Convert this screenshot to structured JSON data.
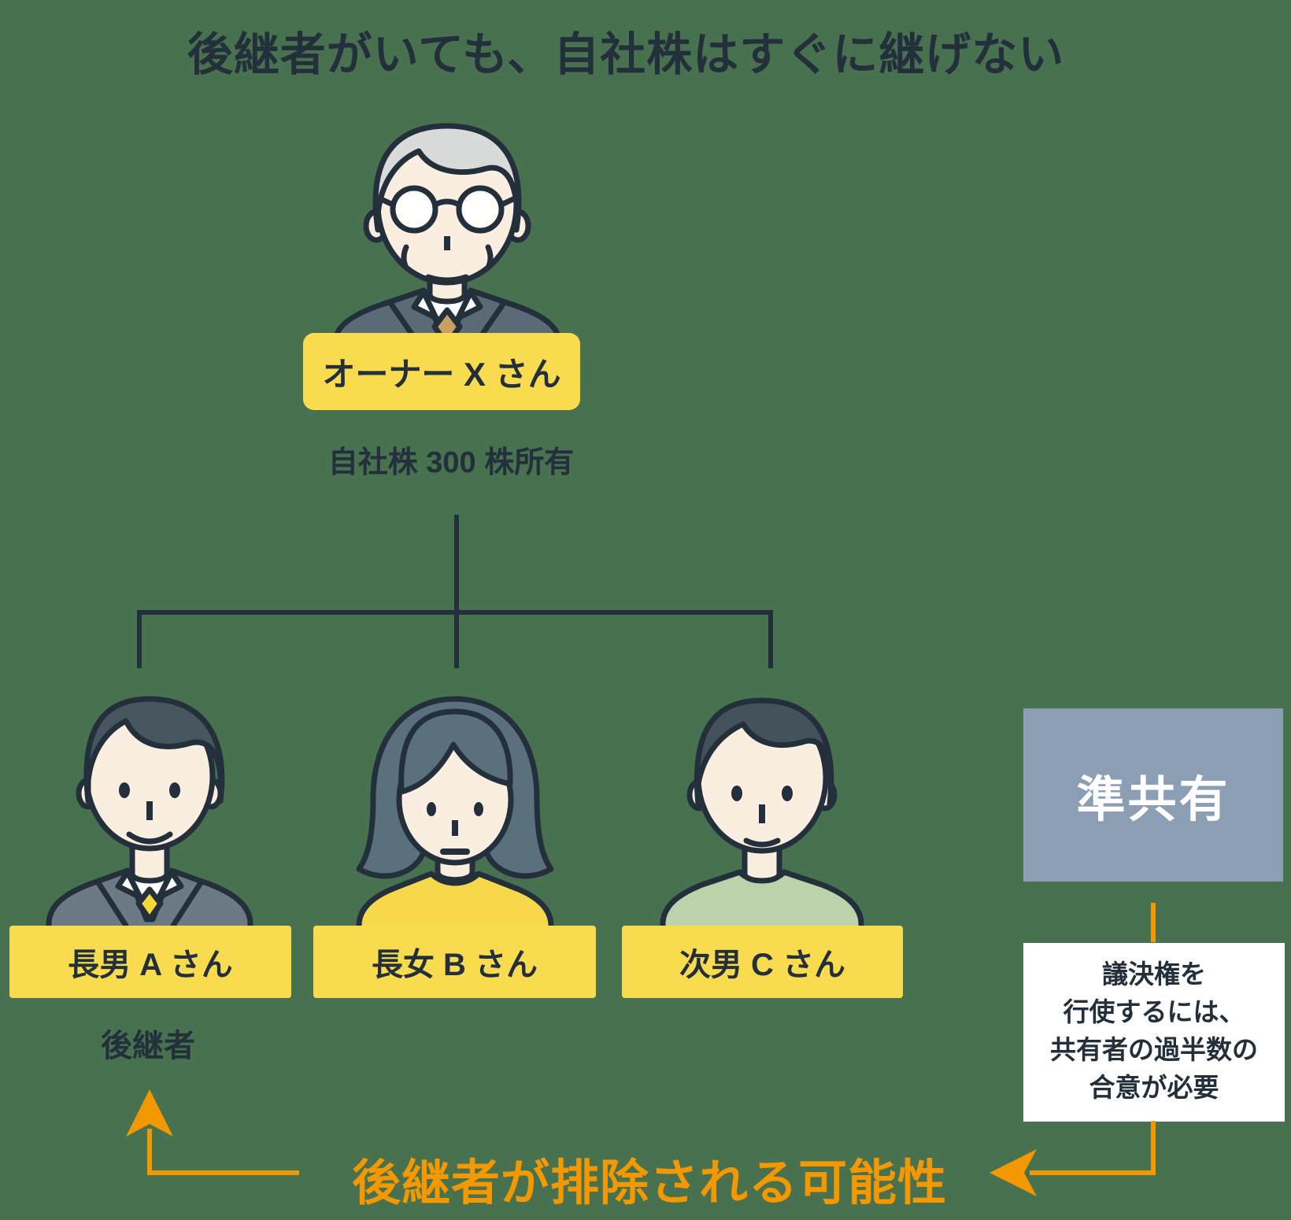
{
  "title": "後継者がいても、自社株はすぐに継げない",
  "owner": {
    "label": "オーナー X さん",
    "note": "自社株 300 株所有",
    "icon": "elderly-man-owner-avatar"
  },
  "children": [
    {
      "label": "長男 A さん",
      "tag": "後継者",
      "icon": "man-suit-avatar"
    },
    {
      "label": "長女 B さん",
      "icon": "woman-bob-avatar"
    },
    {
      "label": "次男 C さん",
      "icon": "man-green-shirt-avatar"
    }
  ],
  "quasi": {
    "label": "準共有",
    "note_lines": [
      "議決権を",
      "行使するには、",
      "共有者の過半数の",
      "合意が必要"
    ]
  },
  "warning": "後継者が排除される可能性",
  "colors": {
    "background": "#47714F",
    "ink_navy": "#242F3C",
    "label_yellow": "#F9DB4F",
    "arrow_orange": "#F39800",
    "quasi_box_blue_gray": "#8C9EB3",
    "note_box_white": "#FFFFFF"
  }
}
